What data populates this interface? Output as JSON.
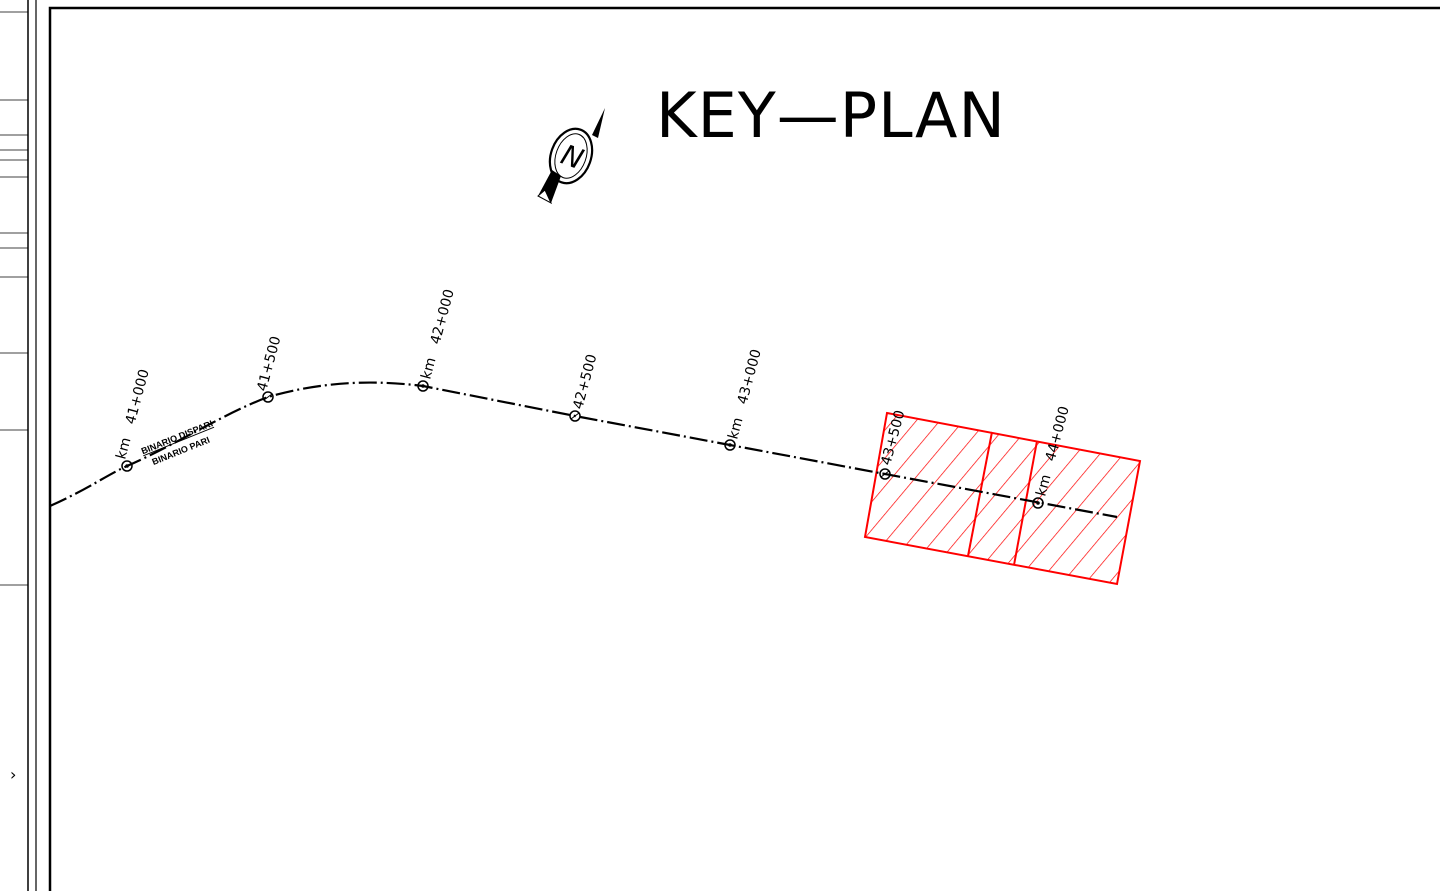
{
  "drawing": {
    "title": "KEY—PLAN",
    "north_symbol": {
      "letter": "N",
      "icon": "north-arrow-icon"
    },
    "track_labels": {
      "upper": "BINARIO DISPARI",
      "lower": "BINARIO PARI"
    },
    "chainage_marks": [
      {
        "id": "km-41-000",
        "km_text": "km",
        "value_text": "41+000"
      },
      {
        "id": "km-41-500",
        "km_text": "",
        "value_text": "41+500"
      },
      {
        "id": "km-42-000",
        "km_text": "km",
        "value_text": "42+000"
      },
      {
        "id": "km-42-500",
        "km_text": "",
        "value_text": "42+500"
      },
      {
        "id": "km-43-000",
        "km_text": "km",
        "value_text": "43+000"
      },
      {
        "id": "km-43-500",
        "km_text": "",
        "value_text": "43+500"
      },
      {
        "id": "km-44-000",
        "km_text": "km",
        "value_text": "44+000"
      }
    ],
    "colors": {
      "line": "#000000",
      "highlight": "#ff0000",
      "background": "#ffffff"
    },
    "side_glyph": "›"
  }
}
